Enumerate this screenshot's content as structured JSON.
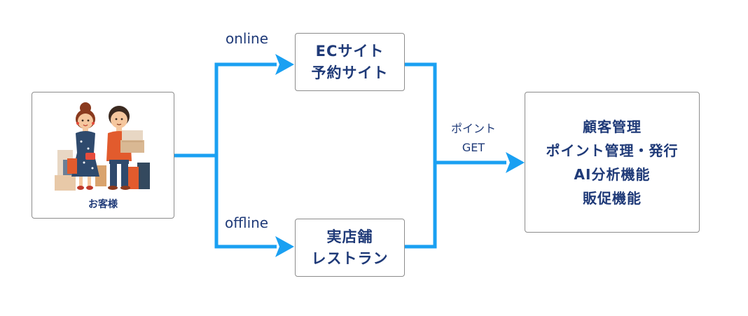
{
  "customer": {
    "label": "お客様"
  },
  "ec_box": {
    "line1": "ECサイト",
    "line2": "予約サイト"
  },
  "store_box": {
    "line1": "実店舗",
    "line2": "レストラン"
  },
  "crm_box": {
    "lines": [
      "顧客管理",
      "ポイント管理・発行",
      "AI分析機能",
      "販促機能"
    ]
  },
  "labels": {
    "online": "online",
    "offline": "offline",
    "points_line1": "ポイント",
    "points_line2": "GET"
  },
  "colors": {
    "arrow": "#1aa0f2",
    "text": "#1f3a78",
    "border": "#8c8c8c"
  }
}
